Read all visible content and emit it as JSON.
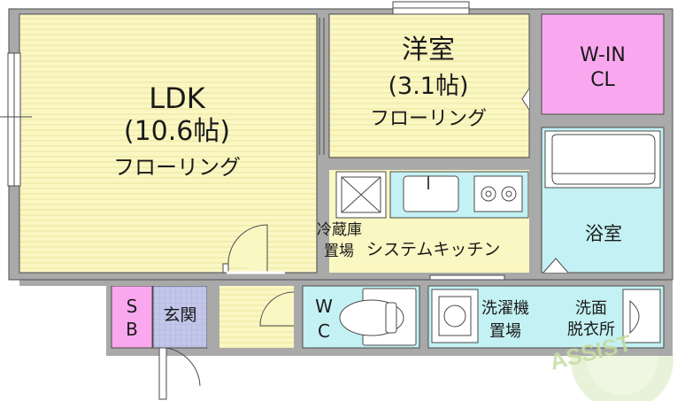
{
  "floorplan": {
    "ldk": {
      "name": "LDK",
      "size": "(10.6帖)",
      "floor": "フローリング"
    },
    "western_room": {
      "name": "洋室",
      "size": "(3.1帖)",
      "floor": "フローリング"
    },
    "walk_in_closet": {
      "line1": "W-IN",
      "line2": "CL"
    },
    "bathroom": {
      "name": "浴室"
    },
    "fridge_space": {
      "line1": "冷蔵庫",
      "line2": "置場"
    },
    "kitchen": {
      "name": "システムキッチン"
    },
    "shoe_box": {
      "line1": "S",
      "line2": "B"
    },
    "entrance": {
      "name": "玄関"
    },
    "toilet": {
      "line1": "W",
      "line2": "C"
    },
    "washer_space": {
      "line1": "洗濯機",
      "line2": "置場"
    },
    "washroom": {
      "line1": "洗面",
      "line2": "脱衣所"
    },
    "watermark": "ASSIST"
  },
  "colors": {
    "flooring": "#fbf7c3",
    "closet": "#f9a8ef",
    "water_area": "#c4f1f3",
    "entrance_tile": "#c2c7ea",
    "wall": "#a9a9a9",
    "outline": "#4a4a4a",
    "watermark": "#cfe3a8"
  }
}
